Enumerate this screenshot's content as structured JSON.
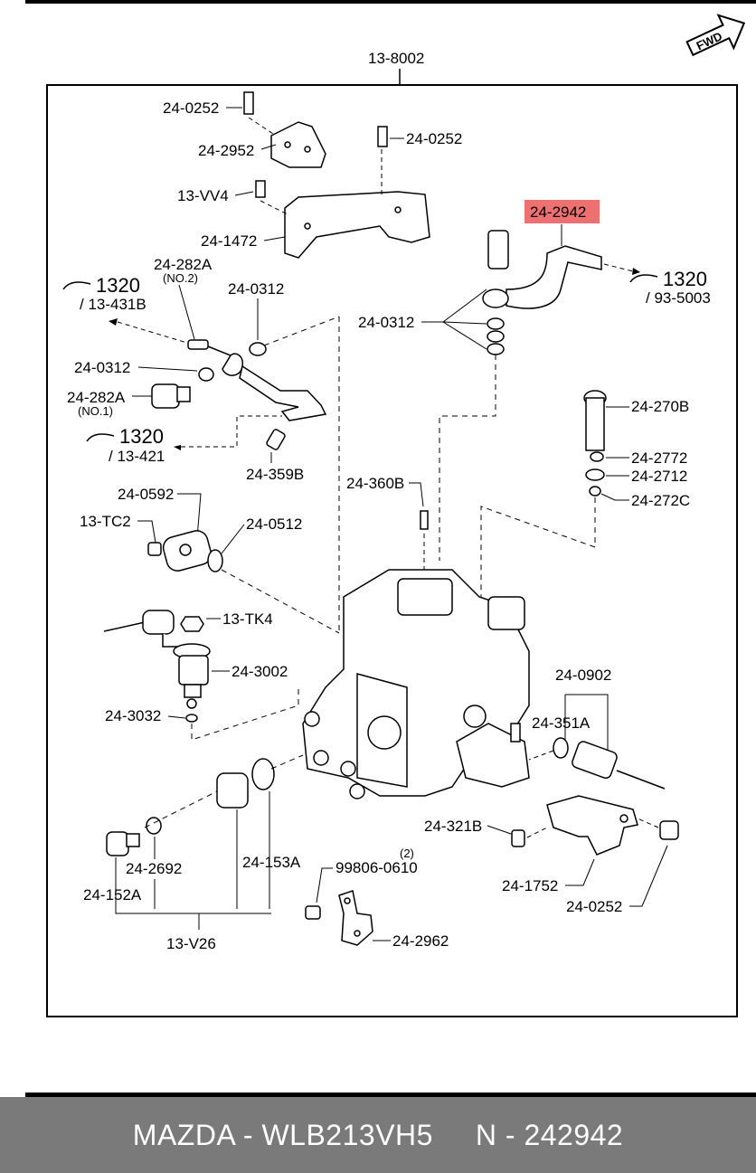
{
  "header": {
    "assembly_code": "13-8002",
    "fwd_label": "FWD"
  },
  "parts": {
    "p_24_0252_a": "24-0252",
    "p_24_2952": "24-2952",
    "p_24_0252_b": "24-0252",
    "p_13_vv4": "13-VV4",
    "p_24_1472": "24-1472",
    "p_24_2942": "24-2942",
    "p_24_282a": "24-282A",
    "p_no2": "(NO.2)",
    "p_24_0312_a": "24-0312",
    "p_24_0312_b": "24-0312",
    "p_24_0312_c": "24-0312",
    "p_24_282a_b": "24-282A",
    "p_no1": "(NO.1)",
    "p_24_359b": "24-359B",
    "p_24_270b": "24-270B",
    "p_24_2772": "24-2772",
    "p_24_2712": "24-2712",
    "p_24_272c": "24-272C",
    "p_24_360b": "24-360B",
    "p_24_0592": "24-0592",
    "p_13_tc2": "13-TC2",
    "p_24_0512": "24-0512",
    "p_13_tk4": "13-TK4",
    "p_24_3002": "24-3002",
    "p_24_3032": "24-3032",
    "p_24_0902": "24-0902",
    "p_24_351a": "24-351A",
    "p_24_321b": "24-321B",
    "p_24_1752": "24-1752",
    "p_24_0252_c": "24-0252",
    "p_24_2692": "24-2692",
    "p_24_153a": "24-153A",
    "p_24_152a": "24-152A",
    "p_13_v26": "13-V26",
    "p_99806": "99806-0610",
    "p_qty2": "(2)",
    "p_24_2962": "24-2962"
  },
  "references": {
    "ref_a_num": "1320",
    "ref_a_sub": "/ 13-431B",
    "ref_b_num": "1320",
    "ref_b_sub": "/ 13-421",
    "ref_c_num": "1320",
    "ref_c_sub": "/ 93-5003"
  },
  "highlight": {
    "part": "24-2942",
    "color": "#ee7070"
  },
  "footer": {
    "make": "MAZDA - WLB213VH5",
    "number": "N - 242942",
    "background": "#7a7a7a"
  }
}
